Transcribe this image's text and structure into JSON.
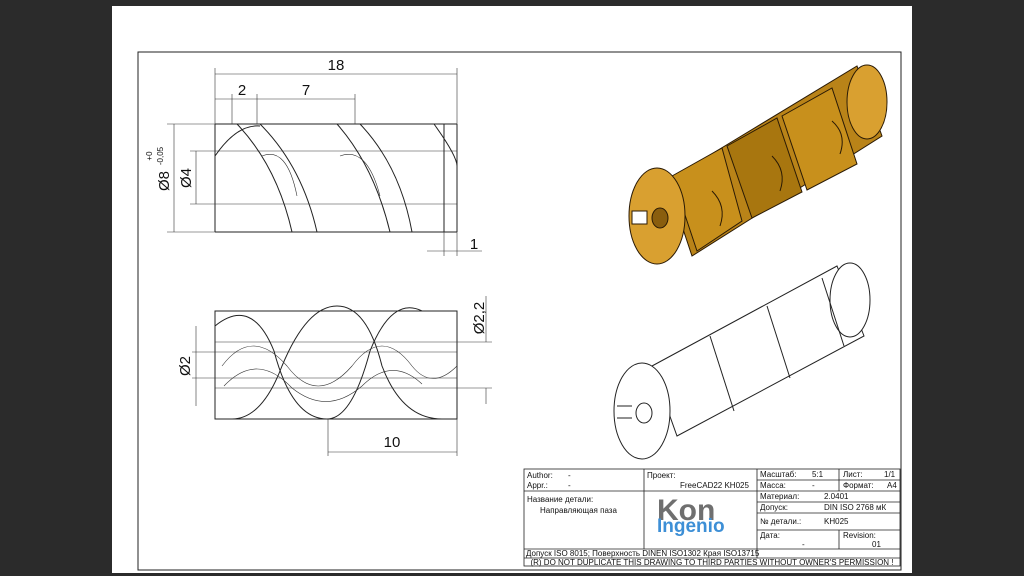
{
  "dimensions": {
    "length": "18",
    "start": "2",
    "pitch": "7",
    "outer_diameter": "Ø8",
    "tol_upper": "+0",
    "tol_lower": "-0,05",
    "inner_diameter": "Ø4",
    "step": "1",
    "groove_width": "Ø2,2",
    "bore": "Ø2",
    "lead": "10"
  },
  "title_block": {
    "author_label": "Author:",
    "author_value": "-",
    "appr_label": "Appr.:",
    "appr_value": "-",
    "project_label": "Проект:",
    "project_value": "FreeCAD22 KH025",
    "scale_label": "Масштаб:",
    "scale_value": "5:1",
    "sheet_label": "Лист:",
    "sheet_value": "1/1",
    "mass_label": "Масса:",
    "mass_value": "-",
    "format_label": "Формат:",
    "format_value": "A4",
    "part_name_label": "Название детали:",
    "part_name_value": "Направляющая паза",
    "material_label": "Материал:",
    "material_value": "2.0401",
    "tolerance_label": "Допуск:",
    "tolerance_value": "DIN ISO 2768 мК",
    "part_no_label": "№ детали.:",
    "part_no_value": "KH025",
    "date_label": "Дата:",
    "date_value": "-",
    "revision_label": "Revision:",
    "revision_value": "01",
    "standards": "Допуск ISO 8015; Поверхность DINEN ISO1302 Края ISO13715",
    "notice": "(R) DO NOT DUPLICATE THIS DRAWING TO THIRD PARTIES WITHOUT OWNER'S PERMISSION !"
  },
  "logo": {
    "word1": "Kon",
    "word2": "Ingenio"
  },
  "colors": {
    "part_fill": "#c8901c",
    "part_shadow": "#8a5e0e",
    "logo_blue": "#3d8fd6",
    "logo_grey": "#6f6f6f"
  }
}
